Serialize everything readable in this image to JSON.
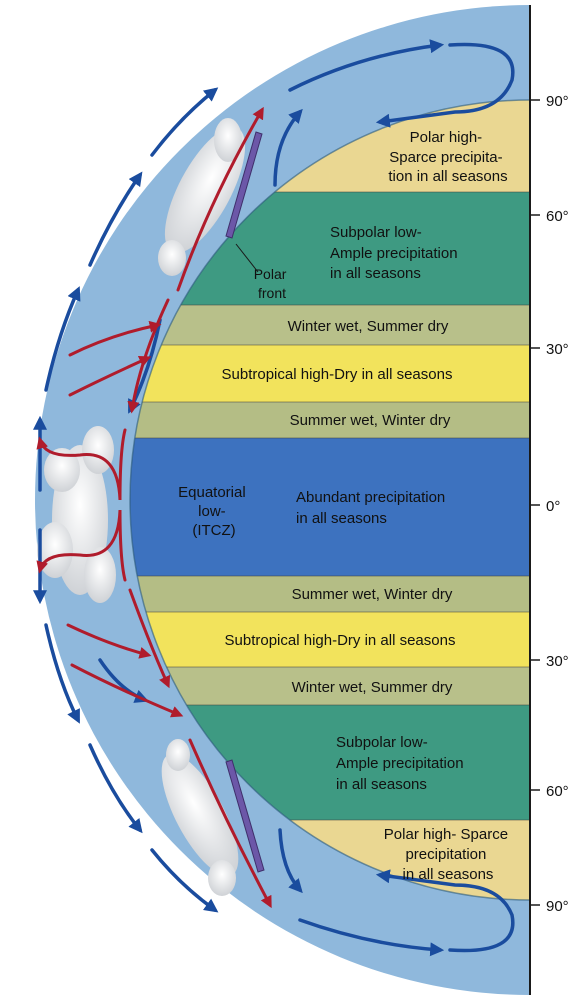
{
  "colors": {
    "atmosphere": "#8fb8dc",
    "polar": "#ead792",
    "subpolar": "#3e9a82",
    "mediterranean": "#b8c08a",
    "subtropical": "#f2e35c",
    "tropical_wetdry": "#b4bd85",
    "equatorial": "#3d72bf",
    "surface_air": "#b01c2c",
    "upper_air": "#1a4c9e",
    "front": "#6c57a8"
  },
  "latitudes": [
    "90°",
    "60°",
    "30°",
    "0°",
    "30°",
    "60°",
    "90°"
  ],
  "zones": {
    "north_polar": [
      "Polar high-",
      "Sparce precipita-",
      "tion in all seasons"
    ],
    "north_subpolar": [
      "Subpolar low-",
      "Ample precipitation",
      "in all seasons"
    ],
    "north_winter_wet": "Winter wet, Summer dry",
    "north_subtropical": "Subtropical high-Dry in all seasons",
    "north_summer_wet": "Summer wet, Winter dry",
    "equatorial_low": [
      "Equatorial",
      "low-",
      "(ITCZ)"
    ],
    "equatorial_precip": [
      "Abundant precipitation",
      "in all seasons"
    ],
    "south_summer_wet": "Summer wet, Winter dry",
    "south_subtropical": "Subtropical high-Dry in all seasons",
    "south_winter_wet": "Winter wet, Summer dry",
    "south_subpolar": [
      "Subpolar low-",
      "Ample precipitation",
      "in all seasons"
    ],
    "south_polar": [
      "Polar high- Sparce",
      "precipitation",
      "in all seasons"
    ]
  },
  "polar_front": [
    "Polar",
    "front"
  ],
  "icons": [
    "cloud-icon",
    "circulation-arrow-icon"
  ]
}
